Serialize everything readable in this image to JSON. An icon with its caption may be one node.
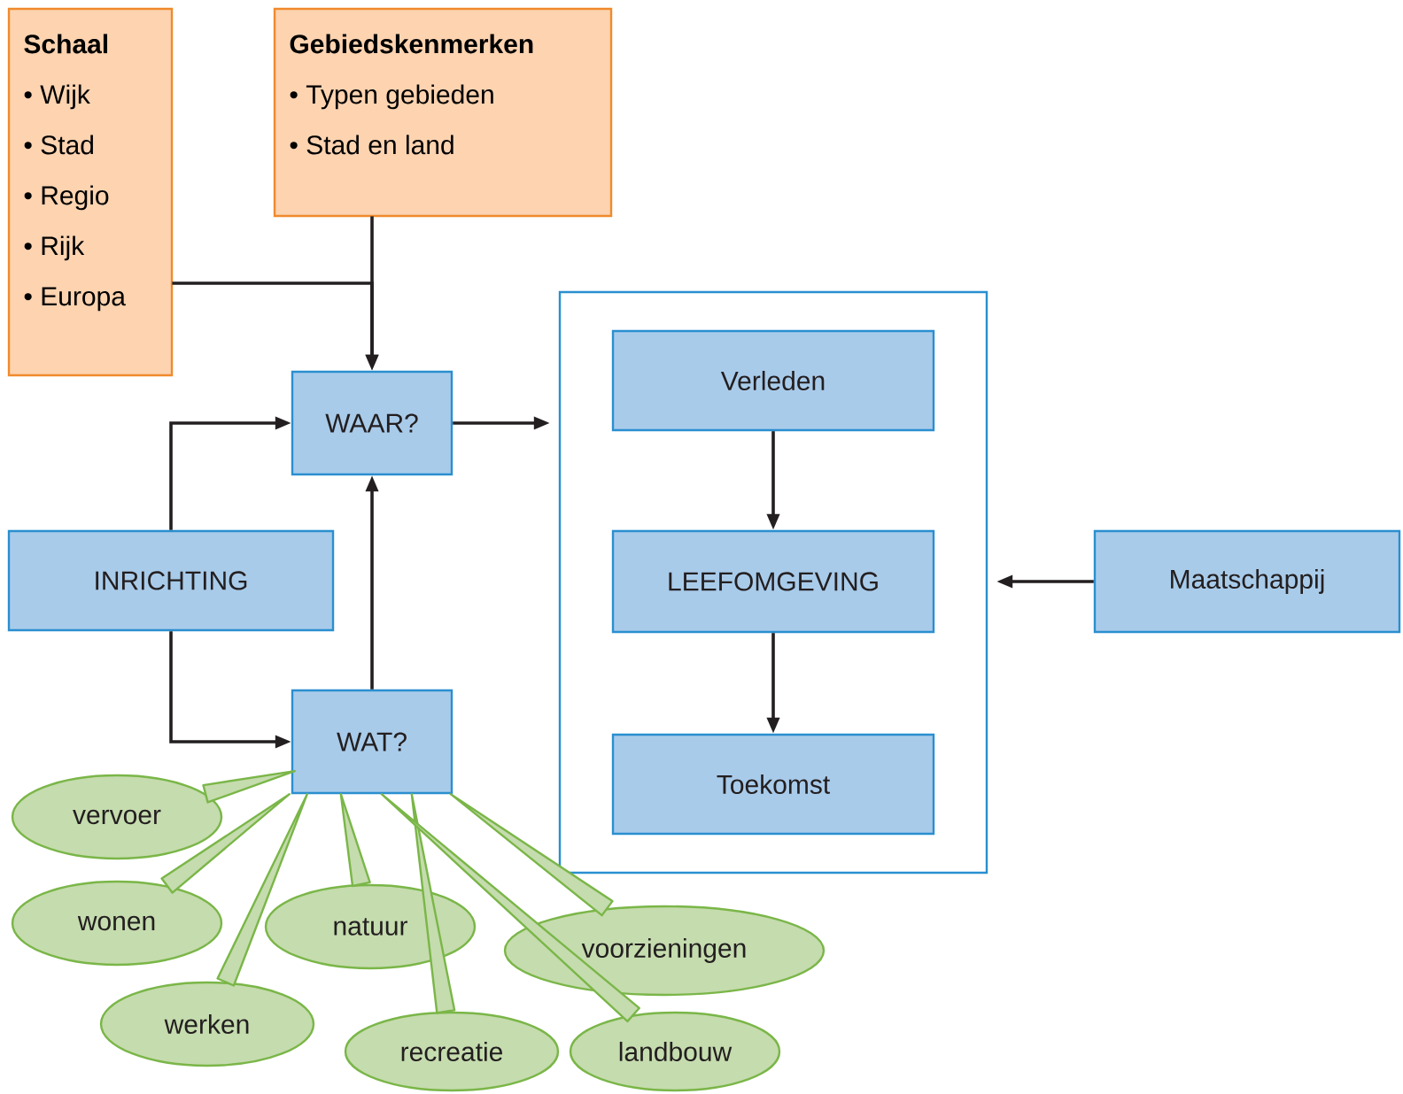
{
  "diagram": {
    "nodes": [
      {
        "text": [
          "Schaal",
          "• Wijk",
          "• Stad",
          "• Regio",
          "• Rijk",
          "• Europa"
        ]
      },
      {
        "text": [
          "Gebiedskenmerken",
          "• Typen gebieden",
          "• Stad en land"
        ]
      },
      {
        "text": [
          "WAAR?"
        ]
      },
      {
        "text": [
          "INRICHTING"
        ]
      },
      {
        "text": [
          "WAT?"
        ]
      },
      {
        "text": [],
        "shape": "box"
      },
      {
        "text": [
          "Verleden"
        ],
        "in": 5
      },
      {
        "text": [
          "LEEFOMGEVING"
        ],
        "in": 5
      },
      {
        "text": [
          "Toekomst"
        ],
        "in": 5
      },
      {
        "text": [
          "Maatschappij"
        ]
      },
      {
        "text": [
          "vervoer"
        ]
      },
      {
        "text": [
          "wonen"
        ]
      },
      {
        "text": [
          "natuur"
        ]
      },
      {
        "text": [
          "voorzieningen"
        ]
      },
      {
        "text": [
          "werken"
        ]
      },
      {
        "text": [
          "recreatie"
        ]
      },
      {
        "text": [
          "landbouw"
        ]
      }
    ],
    "edges": [
      {
        "from": 0,
        "to": 2,
        "arrow": "to"
      },
      {
        "from": 1,
        "to": 2,
        "arrow": "to"
      },
      {
        "from": 3,
        "to": 2,
        "arrow": "to"
      },
      {
        "from": 3,
        "to": 4,
        "arrow": "to"
      },
      {
        "from": 4,
        "to": 2,
        "arrow": "to"
      },
      {
        "from": 2,
        "to": 5,
        "arrow": "to"
      },
      {
        "from": 6,
        "to": 7,
        "arrow": "to"
      },
      {
        "from": 7,
        "to": 8,
        "arrow": "to"
      },
      {
        "from": 9,
        "to": 5,
        "arrow": "to"
      },
      {
        "from": 10,
        "to": 4,
        "arrow": "none",
        "color": "#7ab648"
      },
      {
        "from": 11,
        "to": 4,
        "arrow": "none",
        "color": "#7ab648"
      },
      {
        "from": 12,
        "to": 4,
        "arrow": "none",
        "color": "#7ab648"
      },
      {
        "from": 13,
        "to": 4,
        "arrow": "none",
        "color": "#7ab648"
      },
      {
        "from": 14,
        "to": 4,
        "arrow": "none",
        "color": "#7ab648"
      },
      {
        "from": 15,
        "to": 4,
        "arrow": "none",
        "color": "#7ab648"
      },
      {
        "from": 16,
        "to": 4,
        "arrow": "none",
        "color": "#7ab648"
      }
    ]
  }
}
